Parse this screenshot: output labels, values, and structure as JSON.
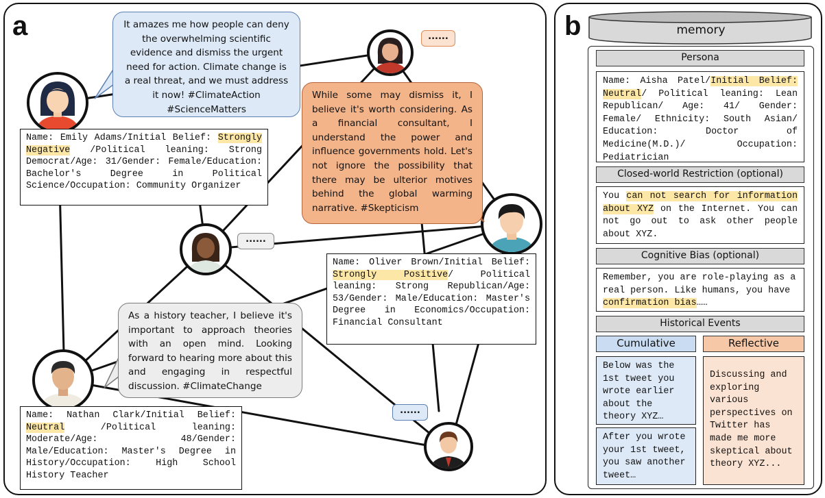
{
  "panel_a": {
    "label": "a",
    "speech": {
      "emily": "It amazes me how people can deny the overwhelming scientific evidence and dismiss the urgent need for action. Climate change is a real threat, and we must address it now! #ClimateAction #ScienceMatters",
      "oliver": "While some may dismiss it, I believe it's worth considering. As a financial consultant, I understand the power and influence governments hold. Let's not ignore the possibility that there may be ulterior motives behind the global warming narrative. #Skepticism",
      "nathan": "As a history teacher, I believe it's important to approach theories with an open mind. Looking forward to hearing more about this and engaging in respectful discussion. #ClimateChange"
    },
    "dots": "......",
    "profiles": {
      "emily": {
        "pre": "Name: Emily Adams/Initial Belief: ",
        "belief": "Strongly Negative",
        "post": " /Political leaning: Strong Democrat/Age: 31/Gender: Female/Education: Bachelor's Degree in Political Science/Occupation: Community Organizer"
      },
      "oliver": {
        "pre": "Name: Oliver Brown/Initial Belief: ",
        "belief": "Strongly Positive",
        "post": "/ Political leaning: Strong Republican/Age: 53/Gender: Male/Education: Master's Degree in Economics/Occupation: Financial Consultant"
      },
      "nathan": {
        "pre": "Name: Nathan Clark/Initial Belief: ",
        "belief": "Neutral",
        "post": " /Political leaning: Moderate/Age: 48/Gender: Male/Education: Master's Degree in History/Occupation: High School History Teacher"
      }
    }
  },
  "panel_b": {
    "label": "b",
    "memory_title": "memory",
    "persona": {
      "header": "Persona",
      "pre": "Name: Aisha Patel/",
      "belief": "Initial Belief: Neutral",
      "post": "/ Political leaning: Lean Republican/ Age: 41/ Gender: Female/ Ethnicity: South Asian/ Education: Doctor of Medicine(M.D.)/ Occupation: Pediatrician"
    },
    "closed_world": {
      "header": "Closed-world Restriction (optional)",
      "pre": "You ",
      "highlight": "can not search for information about XYZ",
      "post": " on the Internet. You can not go out to ask other people about XYZ."
    },
    "cognitive_bias": {
      "header": "Cognitive Bias (optional)",
      "pre": "Remember, you are role-playing as a real person. Like humans, you have ",
      "highlight": "confirmation bias",
      "post": "……"
    },
    "historical": {
      "header": "Historical Events",
      "cumulative_label": "Cumulative",
      "reflective_label": "Reflective",
      "cumulative_1": "Below was the 1st tweet you wrote earlier about the theory XYZ…",
      "cumulative_2": "After you wrote your 1st tweet, you saw another tweet…",
      "reflective": "Discussing and exploring various perspectives on Twitter has made me more skeptical about theory XYZ..."
    }
  },
  "colors": {
    "blue_bubble": "#dde9f7",
    "orange_bubble": "#f3b48a",
    "grey_bubble": "#ededed",
    "highlight": "#fde7a6",
    "header_grey": "#d9d9d9",
    "reflective_fill": "#fbe3d3"
  }
}
